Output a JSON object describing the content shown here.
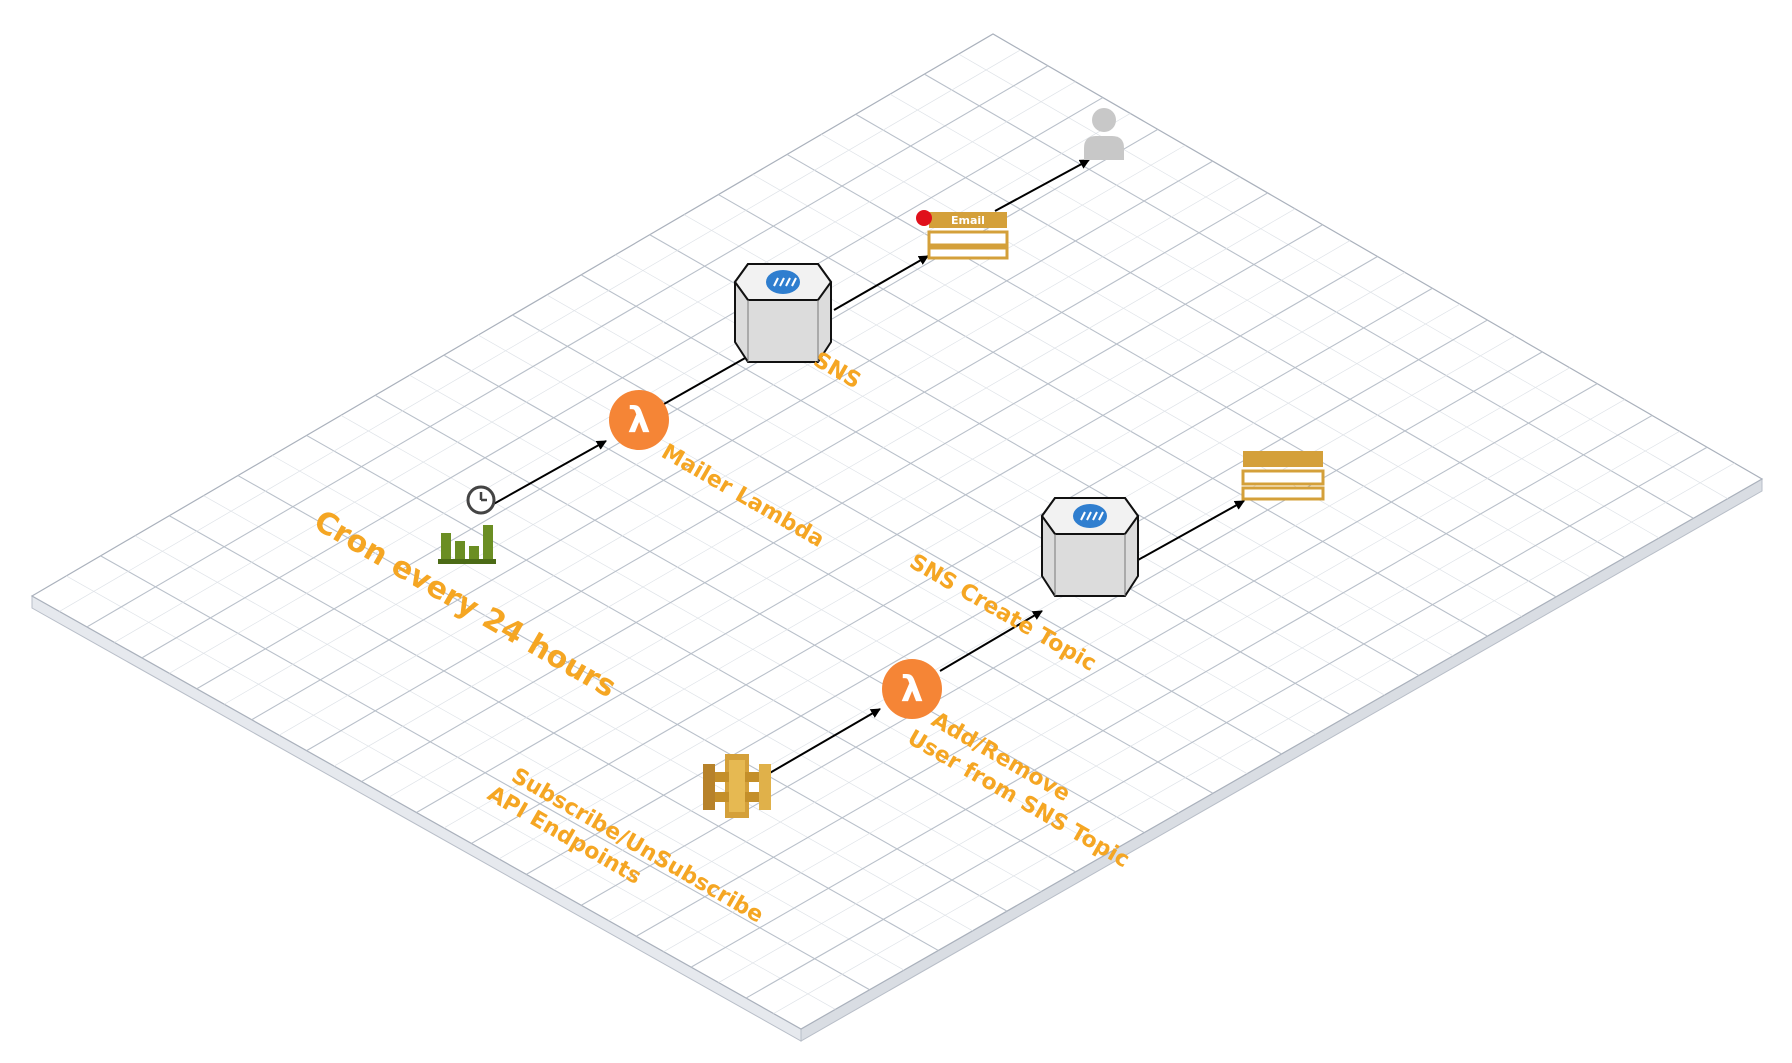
{
  "labels": {
    "cron": "Cron every 24 hours",
    "mailer_lambda": "Mailer Lambda",
    "sns": "SNS",
    "sns_create_topic": "SNS Create Topic",
    "add_remove_line1": "Add/Remove",
    "add_remove_line2": "User from SNS Topic",
    "api_line1": "Subscribe/UnSubscribe",
    "api_line2": "API Endpoints",
    "email_badge": "Email"
  },
  "colors": {
    "label": "#f5a623",
    "lambda": "#f58536",
    "gold": "#d4a03a",
    "cloudwatch_green": "#6b8e23",
    "grid_line": "#c9ced6",
    "alert_dot": "#e0101b",
    "sns_blue": "#2f7ecf"
  },
  "icons": {
    "cloudwatch_event": "cloudwatch-event-icon",
    "clock": "clock-icon",
    "mailer_lambda": "lambda-icon",
    "sns": "sns-topic-icon",
    "email": "email-notification-icon",
    "user": "user-icon",
    "api_gateway": "api-gateway-icon",
    "subscriber_lambda": "lambda-icon",
    "sns_create_topic": "sns-topic-icon",
    "topic_list": "sns-topic-list-icon"
  }
}
